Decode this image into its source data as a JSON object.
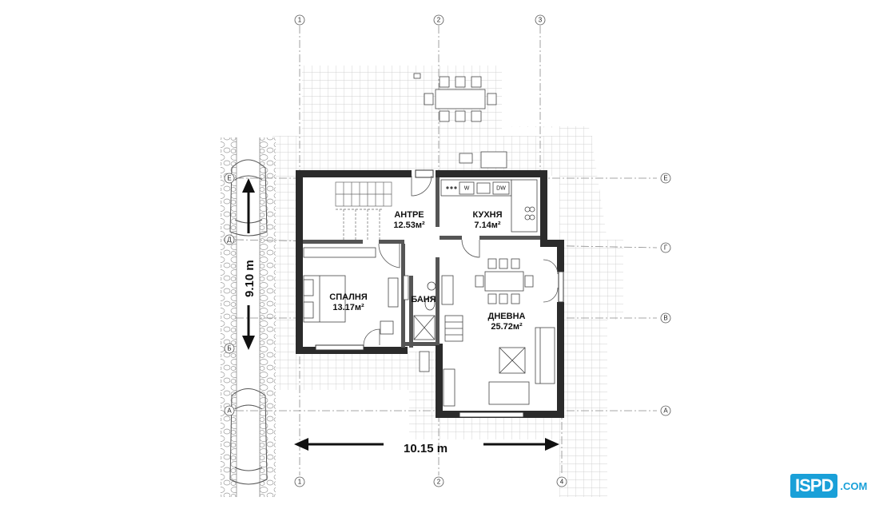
{
  "rooms": {
    "antre": {
      "name": "АНТРЕ",
      "area": "12.53м²"
    },
    "kuhnya": {
      "name": "КУХНЯ",
      "area": "7.14м²"
    },
    "spalnya": {
      "name": "СПАЛНЯ",
      "area": "13.17м²"
    },
    "banya": {
      "name": "БАНЯ"
    },
    "dnevna": {
      "name": "ДНЕВНА",
      "area": "25.72м²"
    }
  },
  "dimensions": {
    "width": "10.15 m",
    "height": "9.10 m"
  },
  "grid": {
    "top_numbers": [
      "1",
      "2",
      "3"
    ],
    "bottom_numbers": [
      "1",
      "2",
      "4"
    ],
    "right_letters": [
      "Е",
      "Г",
      "В",
      "А"
    ],
    "left_letters": [
      "Е",
      "Д",
      "Б",
      "А"
    ]
  },
  "appliances": {
    "washer": "W",
    "dishwasher": "DW"
  },
  "logo": {
    "main": "ISPD",
    "suffix": ".COM"
  },
  "colors": {
    "wall": "#2b2b2b",
    "grid_line": "#8a8a8a",
    "tile": "#c8c8c8",
    "logo_blue": "#1aa0d8"
  }
}
